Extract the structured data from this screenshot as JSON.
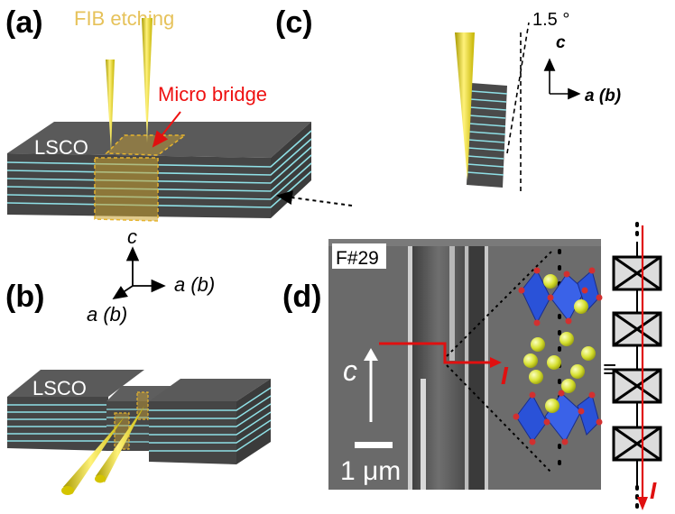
{
  "panels": {
    "a": {
      "letter": "(a)",
      "fib_label": "FIB etching",
      "bridge_label": "Micro bridge",
      "material": "LSCO"
    },
    "b": {
      "letter": "(b)",
      "material": "LSCO"
    },
    "c": {
      "letter": "(c)",
      "angle_label": "1.5 °",
      "axis_c": "c",
      "axis_ab": "a (b)"
    },
    "d": {
      "letter": "(d)",
      "sample_label": "F#29",
      "axis_c": "c",
      "scale_label": "1 μm",
      "current_label": "I",
      "equiv_symbol": "≡",
      "circuit_current_label": "I"
    },
    "axes": {
      "c": "c",
      "a_right": "a (b)",
      "a_left": "a (b)"
    }
  },
  "colors": {
    "layer_top": "#565656",
    "layer_line": "#8fe0e6",
    "tip": "#e8d800",
    "highlight": "#e6b42e",
    "arrow_red": "#e01010",
    "octahedron": "#2a52d8",
    "atom": "#d9e23a"
  }
}
